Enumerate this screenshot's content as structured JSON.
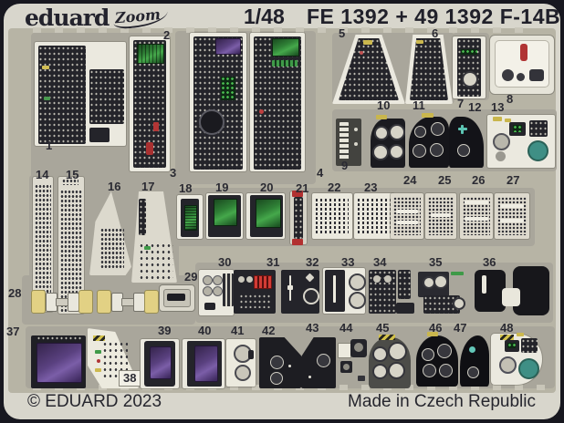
{
  "header": {
    "brand": "eduard",
    "brand_sub": "Zoom",
    "scale": "1/48",
    "title": "FE 1392 + 49 1392 F-14B"
  },
  "footer": {
    "copyright": "© EDUARD 2023",
    "made_in": "Made in Czech Republic"
  },
  "colors": {
    "background": "#17171f",
    "rim": "#d8d6cc",
    "fret": "#b7b4a5",
    "plate": "#a9a69b",
    "backing": "#ebe9df",
    "part_dark": "#24242a",
    "screen_green": "#2f8036",
    "screen_purple": "#5a4180",
    "belt_yellow": "#e2d184",
    "teal_instrument": "#3f8f85",
    "hazard_yellow": "#d3c24a",
    "accent_red": "#b23535",
    "number_ink": "#2b2b33"
  },
  "parts": [
    {
      "num": "1",
      "kind": "cockpit-side-panel"
    },
    {
      "num": "2",
      "kind": "vertical-console-panel"
    },
    {
      "num": "3",
      "kind": "instrument-panel-purple-screen"
    },
    {
      "num": "4",
      "kind": "instrument-panel-green-screen"
    },
    {
      "num": "5",
      "kind": "side-console-wedge"
    },
    {
      "num": "6",
      "kind": "side-console-wedge"
    },
    {
      "num": "7",
      "kind": "panel-strip"
    },
    {
      "num": "8",
      "kind": "control-box"
    },
    {
      "num": "9",
      "kind": "bracket-ladder"
    },
    {
      "num": "10",
      "kind": "instrument-shroud-holes"
    },
    {
      "num": "11",
      "kind": "instrument-dome-dials"
    },
    {
      "num": "12",
      "kind": "instrument-dome-teal"
    },
    {
      "num": "13",
      "kind": "small-details-set"
    },
    {
      "num": "14",
      "kind": "placard-strip"
    },
    {
      "num": "15",
      "kind": "placard-strip"
    },
    {
      "num": "16",
      "kind": "console-wedge-buttons"
    },
    {
      "num": "17",
      "kind": "console-wedge-buttons"
    },
    {
      "num": "18",
      "kind": "display-bezel-striped"
    },
    {
      "num": "19",
      "kind": "crt-display-green"
    },
    {
      "num": "20",
      "kind": "crt-display-green"
    },
    {
      "num": "21",
      "kind": "strip-red-ends"
    },
    {
      "num": "22",
      "kind": "button-column-panel"
    },
    {
      "num": "23",
      "kind": "button-column-panel"
    },
    {
      "num": "24",
      "kind": "keypad-grid"
    },
    {
      "num": "25",
      "kind": "keypad-grid"
    },
    {
      "num": "26",
      "kind": "keypad-grid"
    },
    {
      "num": "27",
      "kind": "keypad-grid"
    },
    {
      "num": "28",
      "kind": "seatbelts-yellow-pads"
    },
    {
      "num": "29",
      "kind": "rearview-mirror"
    },
    {
      "num": "30",
      "kind": "dial-bar-panel"
    },
    {
      "num": "31",
      "kind": "red-counter-panel"
    },
    {
      "num": "32",
      "kind": "gauge-slider-panel"
    },
    {
      "num": "33",
      "kind": "panel-two-dials"
    },
    {
      "num": "34",
      "kind": "switch-cluster"
    },
    {
      "num": "35",
      "kind": "switch-cluster-dials"
    },
    {
      "num": "36",
      "kind": "glareshield-coaming"
    },
    {
      "num": "37",
      "kind": "mfd-purple-screen"
    },
    {
      "num": "38",
      "kind": "console-wedge-markings"
    },
    {
      "num": "39",
      "kind": "mfd-purple-screen"
    },
    {
      "num": "40",
      "kind": "mfd-purple-screen"
    },
    {
      "num": "41",
      "kind": "plate-two-holes"
    },
    {
      "num": "42",
      "kind": "angled-panel-dials"
    },
    {
      "num": "43",
      "kind": "angled-panel-dial"
    },
    {
      "num": "44",
      "kind": "small-cluster"
    },
    {
      "num": "45",
      "kind": "instrument-arch-holes"
    },
    {
      "num": "46",
      "kind": "instrument-dome-dials"
    },
    {
      "num": "47",
      "kind": "instrument-dome-teal-dot"
    },
    {
      "num": "48",
      "kind": "details-cluster-teal"
    }
  ]
}
